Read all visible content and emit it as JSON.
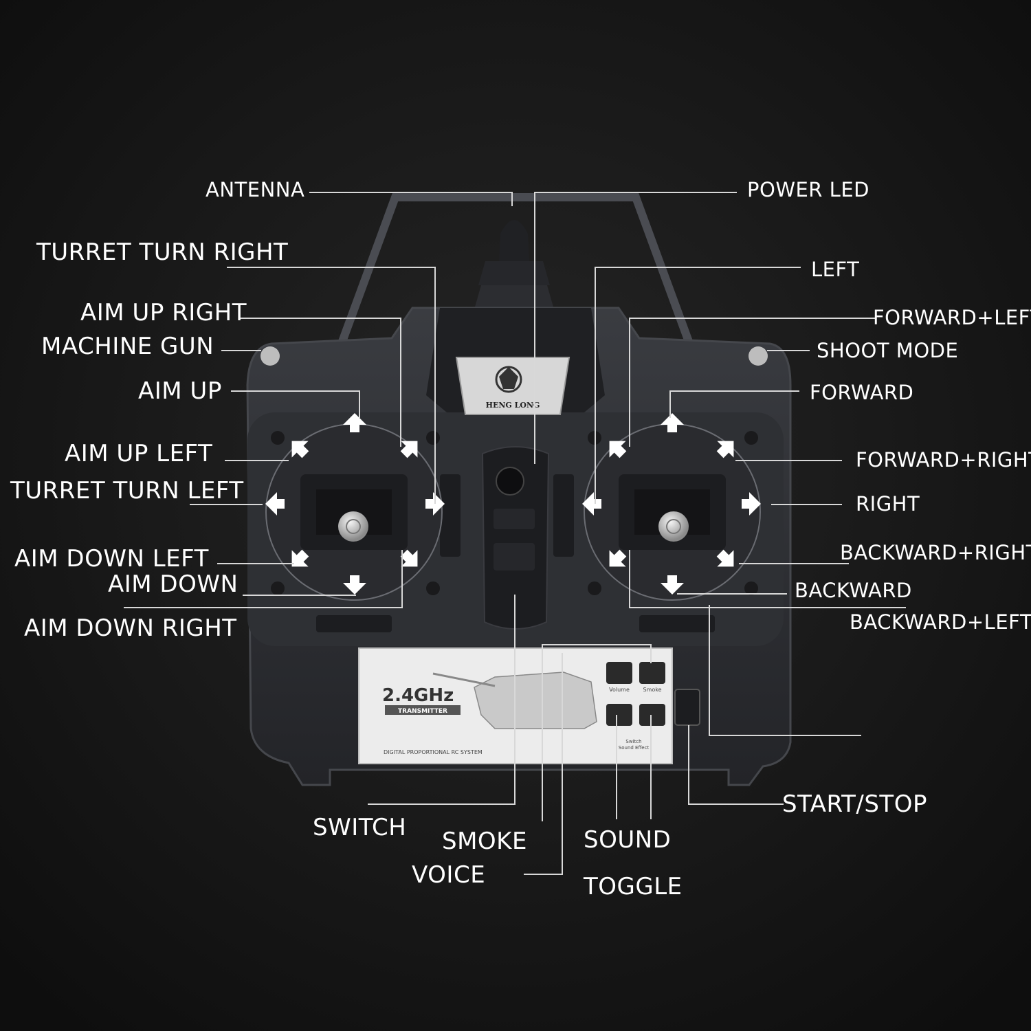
{
  "colors": {
    "background": "#141414",
    "body": "#2b2d31",
    "body_edge": "#3f4146",
    "line": "#d8d8d8",
    "arrow": "#ffffff",
    "panel": "#ececec"
  },
  "labels": {
    "antenna": "ANTENNA",
    "power_led": "POWER LED",
    "turret_turn_right": "TURRET TURN RIGHT",
    "left": "LEFT",
    "aim_up_right": "AIM UP RIGHT",
    "forward_left": "FORWARD+LEFT",
    "machine_gun": "MACHINE GUN",
    "shoot_mode": "SHOOT MODE",
    "aim_up": "AIM UP",
    "forward": "FORWARD",
    "aim_up_left": "AIM UP LEFT",
    "forward_right": "FORWARD+RIGHT",
    "turret_turn_left": "TURRET TURN LEFT",
    "right": "RIGHT",
    "aim_down_left": "AIM DOWN LEFT",
    "backward_right": "BACKWARD+RIGHT",
    "aim_down": "AIM DOWN",
    "backward": "BACKWARD",
    "aim_down_right": "AIM DOWN RIGHT",
    "backward_left": "BACKWARD+LEFT",
    "start_stop": "START/STOP",
    "switch": "SWITCH",
    "smoke": "SMOKE",
    "sound": "SOUND",
    "voice": "VOICE",
    "toggle": "TOGGLE"
  },
  "device": {
    "brand": "HENG LONG",
    "frequency": "2.4GHz",
    "transmitter": "TRANSMITTER",
    "system": "DIGITAL PROPORTIONAL RC SYSTEM",
    "volume": "Volume",
    "smoke_btn": "Smoke",
    "switch_sound": "Switch",
    "sound_effect": "Sound Effect"
  }
}
